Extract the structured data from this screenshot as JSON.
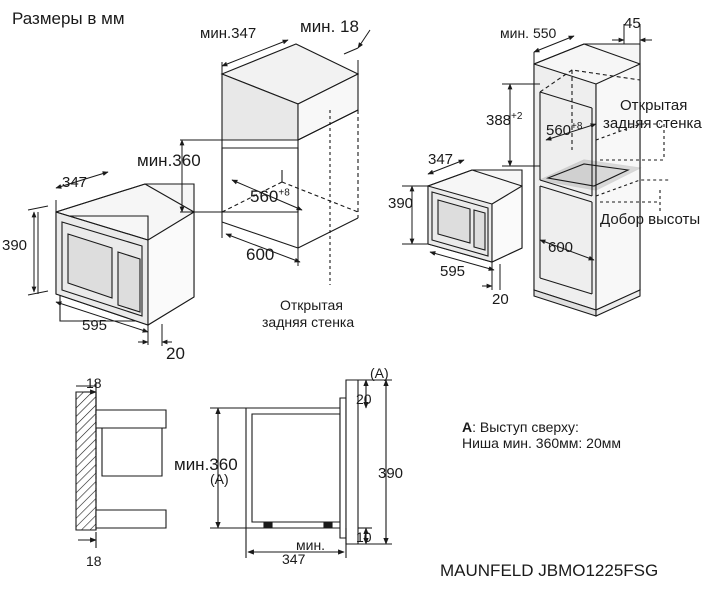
{
  "page": {
    "title": "Размеры в мм",
    "model": "MAUNFELD JBMO1225FSG"
  },
  "labels": {
    "d347_a": "347",
    "d390_a": "390",
    "d595_a": "595",
    "d20_a": "20",
    "min347": "мин.347",
    "min18": "мин. 18",
    "min360": "мин.360",
    "d560_b": "560",
    "d560_b_tol": "+8",
    "d600_b": "600",
    "open_back_1": "Открытая",
    "open_back_2": "задняя стенка",
    "d347_c": "347",
    "d390_c": "390",
    "d595_c": "595",
    "d20_c": "20",
    "min550": "мин. 550",
    "d45": "45",
    "d388": "388",
    "d388_tol": "+2",
    "d560_d": "560",
    "d560_d_tol": "+8",
    "open_back_d1": "Открытая",
    "open_back_d2": "задняя стенка",
    "height_add": "Добор высоты",
    "d600_d": "600",
    "d18_top": "18",
    "d18_bottom": "18",
    "a_marker": "(A)",
    "d20_e": "20",
    "min360_e": "мин.360",
    "a_marker_2": "(A)",
    "d390_e": "390",
    "d10_e": "10",
    "min_e": "мин.",
    "d347_e": "347"
  },
  "note": {
    "line1_bold": "A",
    "line1_rest": ": Выступ сверху:",
    "line2": "Ниша мин. 360мм: 20мм"
  },
  "colors": {
    "line": "#1a1a1a",
    "dash": "#333333",
    "fill_light": "#f4f4f4",
    "fill_dark": "#2a2a2a"
  }
}
